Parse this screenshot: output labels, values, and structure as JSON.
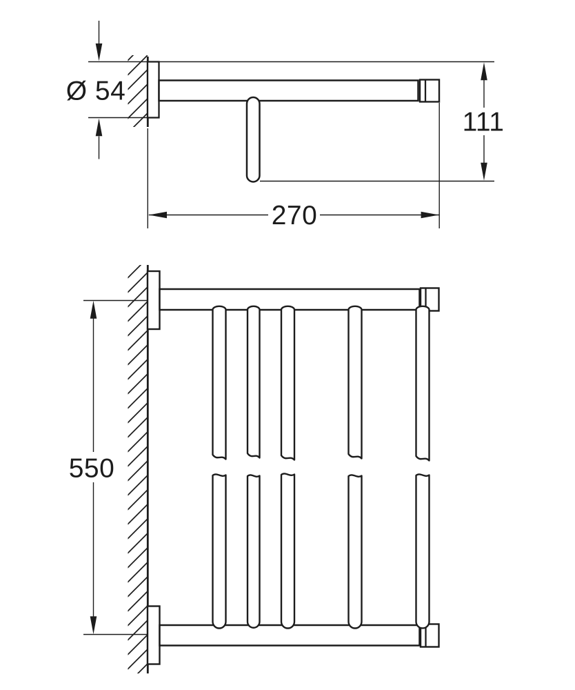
{
  "diagram": {
    "type": "technical-dimension-drawing",
    "subject": "wall-mounted bath towel rack, two orthographic views",
    "background_color": "#ffffff",
    "line_color": "#1c1c1c",
    "dimension_labels": {
      "plate_diameter": "Ø 54",
      "side_height": "111",
      "side_depth": "270",
      "front_length": "550"
    }
  }
}
